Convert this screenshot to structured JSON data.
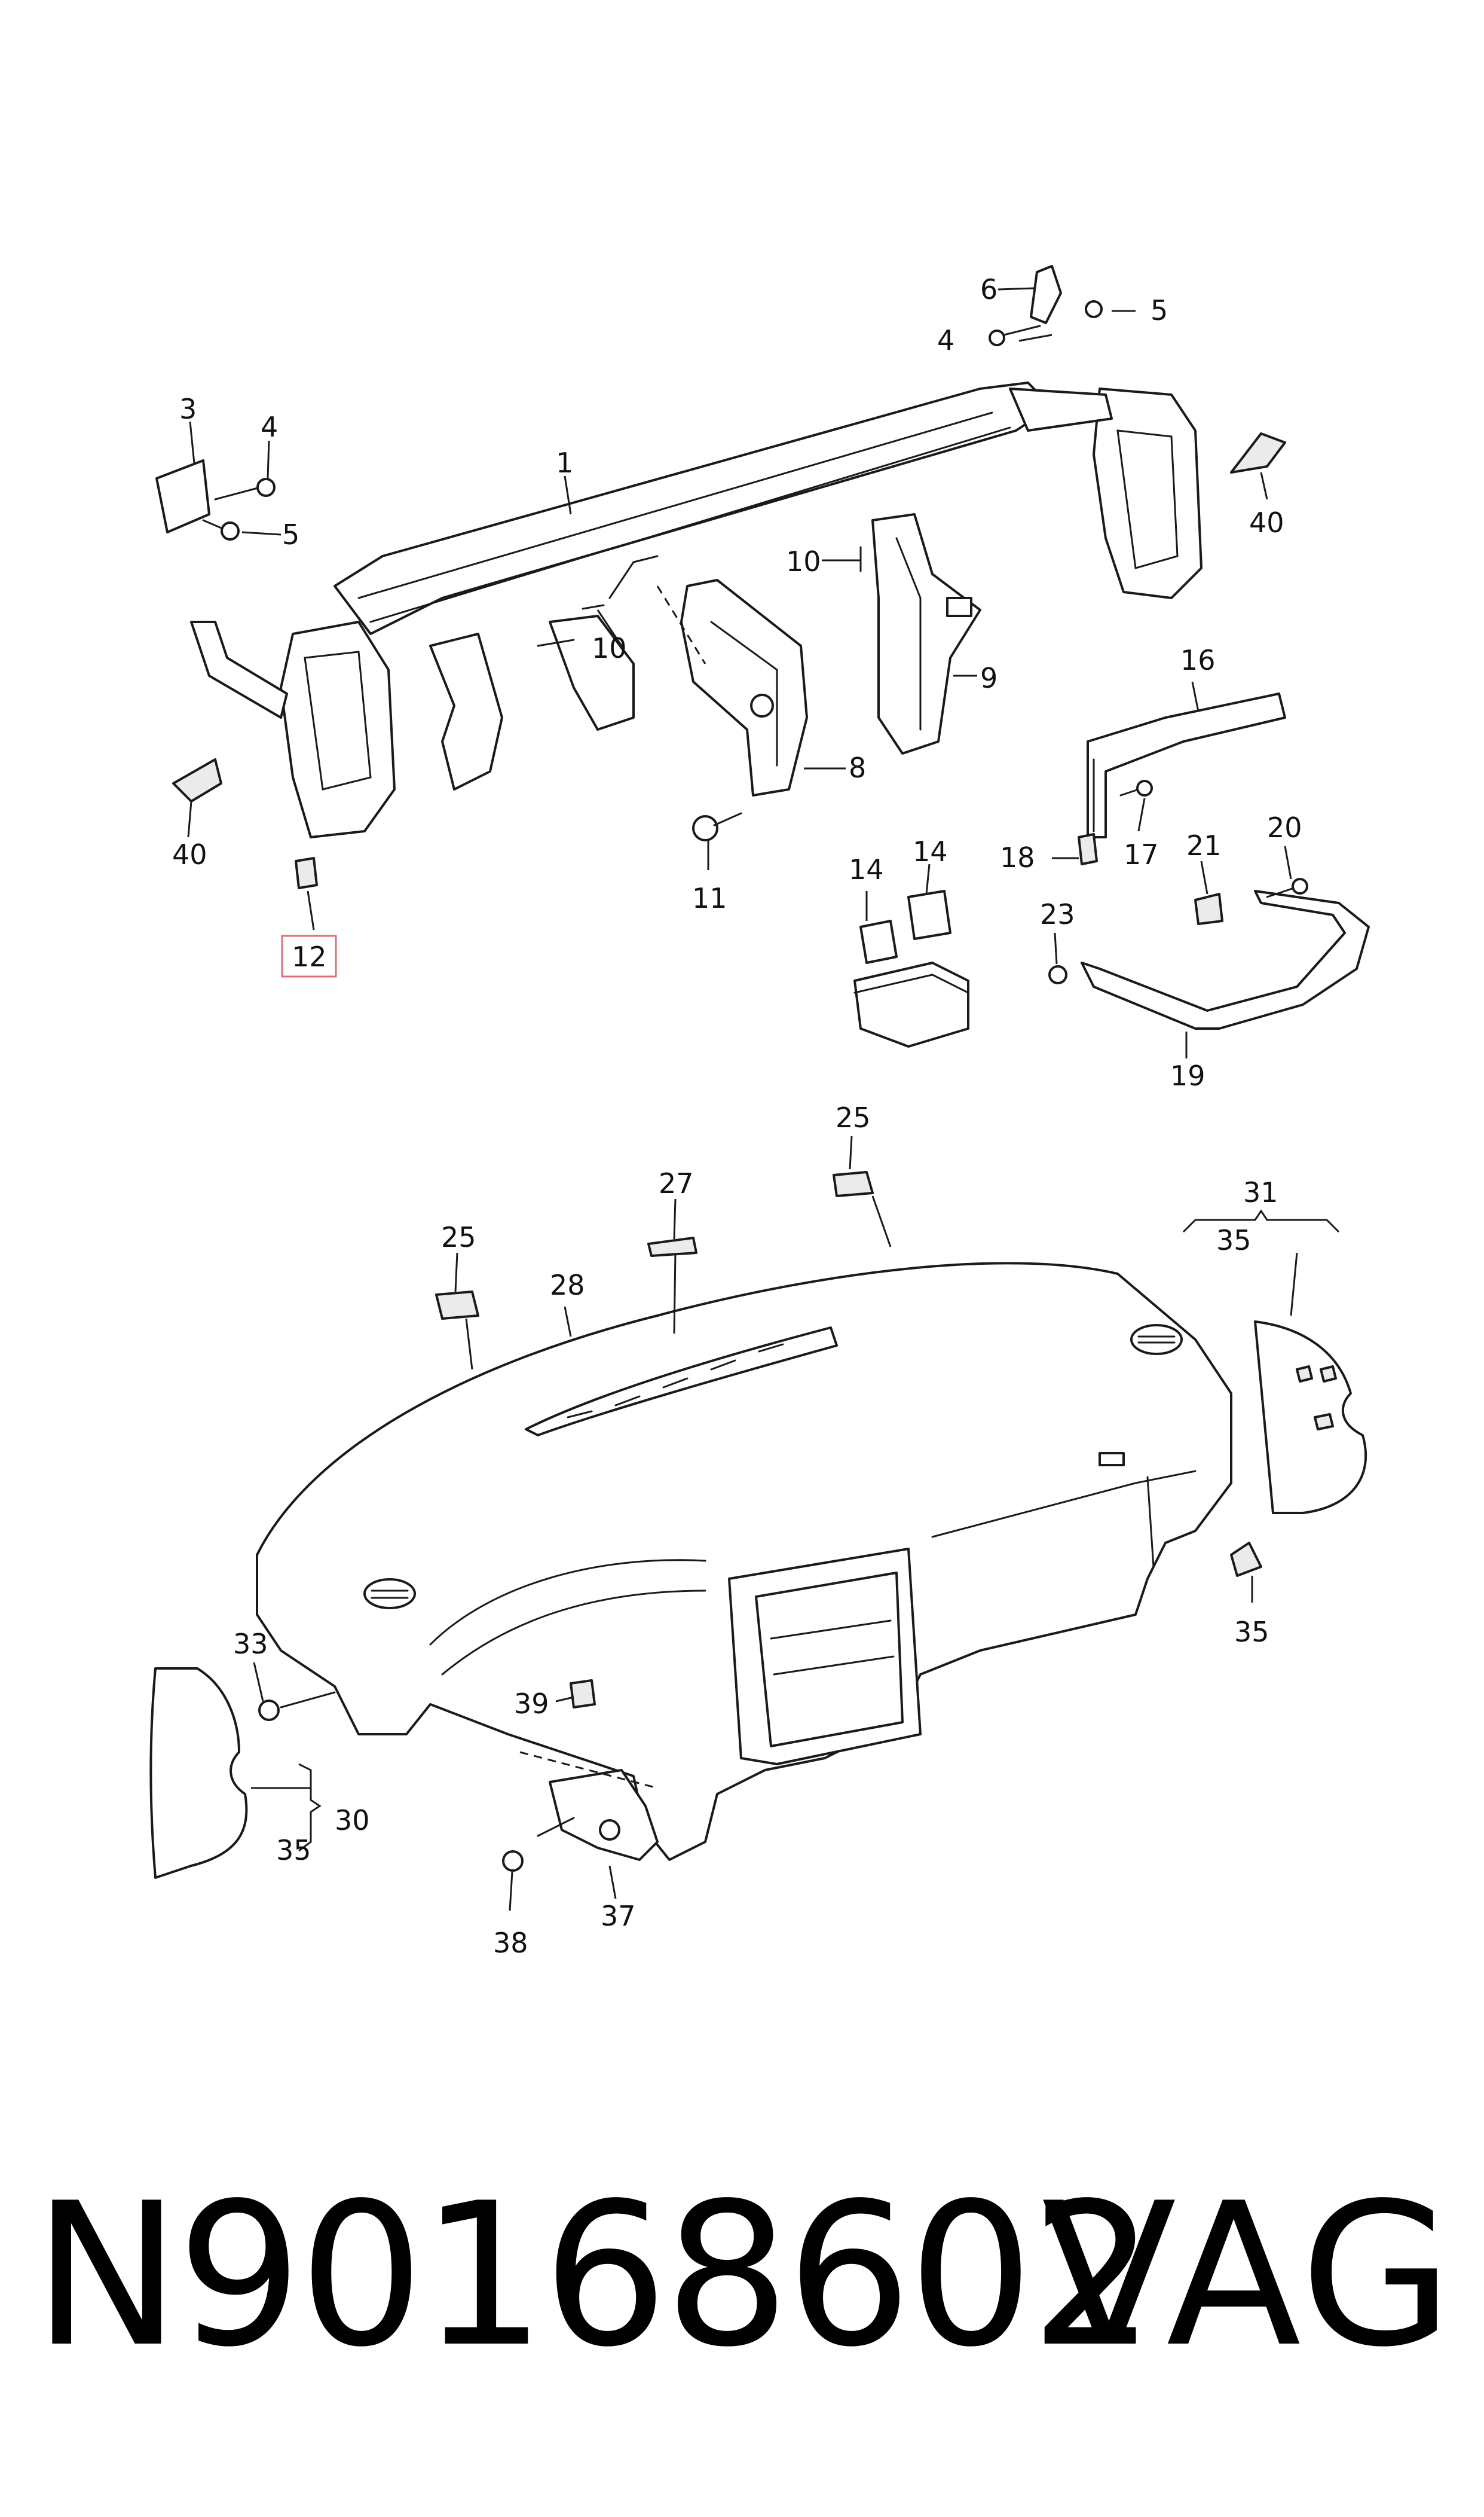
{
  "callouts": {
    "c1": "1",
    "c3": "3",
    "c4a": "4",
    "c5a": "5",
    "c4b": "4",
    "c5b": "5",
    "c6": "6",
    "c8": "8",
    "c9": "9",
    "c10a": "10",
    "c10b": "10",
    "c11": "11",
    "c12": "12",
    "c14a": "14",
    "c14b": "14",
    "c16": "16",
    "c17": "17",
    "c18": "18",
    "c19": "19",
    "c20": "20",
    "c21": "21",
    "c23": "23",
    "c25a": "25",
    "c25b": "25",
    "c27": "27",
    "c28": "28",
    "c30": "30",
    "c31": "31",
    "c33": "33",
    "c35a": "35",
    "c35b": "35",
    "c35c": "35",
    "c37": "37",
    "c38": "38",
    "c39": "39",
    "c40a": "40",
    "c40b": "40"
  },
  "highlighted_callout": "12",
  "highlight_color": "#e06e7a",
  "caption": {
    "part_number": "N90168602",
    "brand": "VAG"
  }
}
